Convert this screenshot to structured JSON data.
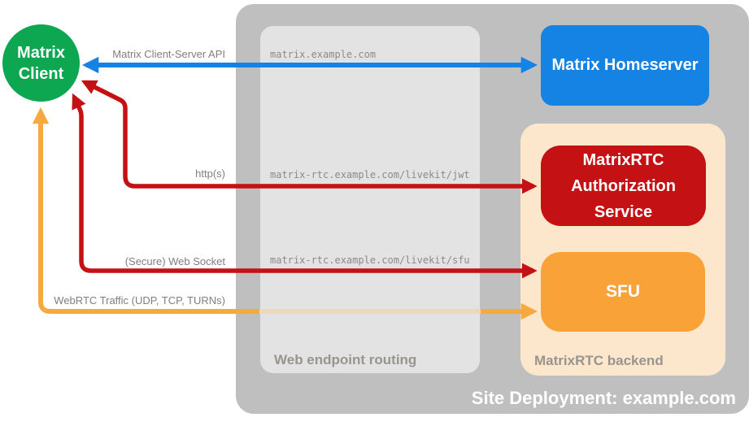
{
  "client": {
    "label": "Matrix Client"
  },
  "site": {
    "label": "Site Deployment: example.com"
  },
  "routing": {
    "label": "Web endpoint routing",
    "endpoints": [
      "matrix.example.com",
      "matrix-rtc.example.com/livekit/jwt",
      "matrix-rtc.example.com/livekit/sfu"
    ]
  },
  "backend": {
    "label": "MatrixRTC backend"
  },
  "nodes": {
    "homeserver": "Matrix Homeserver",
    "auth_service": "MatrixRTC Authorization Service",
    "sfu": "SFU"
  },
  "connections": {
    "client_server_api": "Matrix Client-Server API",
    "https": "http(s)",
    "websocket": "(Secure) Web Socket",
    "webrtc": "WebRTC Traffic (UDP, TCP, TURNs)"
  },
  "colors": {
    "green": "#0ca750",
    "blue": "#1583e3",
    "red": "#c41113",
    "orange": "#f7a941",
    "orange_faded": "#ebd9bf",
    "peach": "#fce6cc",
    "outer_gray": "#bfbfbf",
    "inner_gray": "#e3e3e3"
  }
}
